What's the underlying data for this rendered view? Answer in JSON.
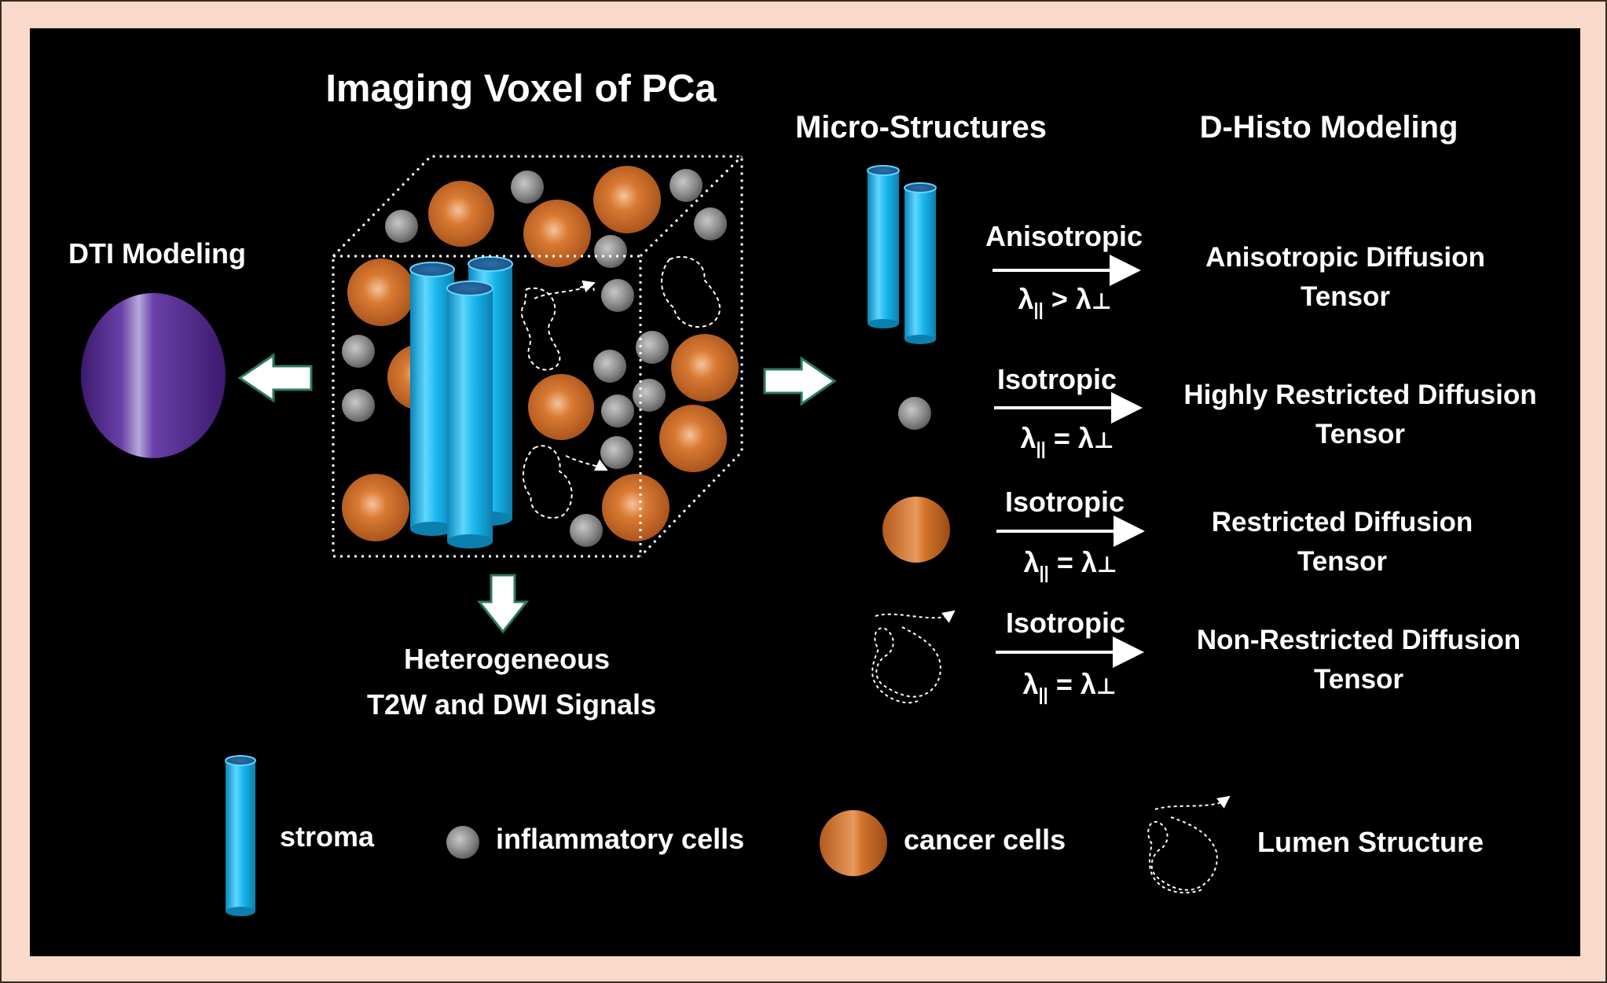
{
  "title": "Imaging Voxel of PCa",
  "headers": {
    "micro_structures": "Micro-Structures",
    "d_histo": "D-Histo Modeling",
    "dti": "DTI Modeling"
  },
  "voxel_output": {
    "line1": "Heterogeneous",
    "line2": "T2W and DWI Signals"
  },
  "rows": [
    {
      "structure": "stroma-cylinders",
      "arrow_top": "Anisotropic",
      "lam_rel": ">",
      "tensor_line1": "Anisotropic Diffusion",
      "tensor_line2": "Tensor"
    },
    {
      "structure": "gray-sphere",
      "arrow_top": "Isotropic",
      "lam_rel": "=",
      "tensor_line1": "Highly Restricted Diffusion",
      "tensor_line2": "Tensor"
    },
    {
      "structure": "orange-sphere",
      "arrow_top": "Isotropic",
      "lam_rel": "=",
      "tensor_line1": "Restricted Diffusion",
      "tensor_line2": "Tensor"
    },
    {
      "structure": "lumen-path",
      "arrow_top": "Isotropic",
      "lam_rel": "=",
      "tensor_line1": "Non-Restricted Diffusion",
      "tensor_line2": "Tensor"
    }
  ],
  "lambda": {
    "symbol": "λ",
    "parallel": "||",
    "perp": "⊥"
  },
  "legend": {
    "stroma": "stroma",
    "inflammatory": "inflammatory cells",
    "cancer": "cancer cells",
    "lumen": "Lumen Structure"
  },
  "colors": {
    "background": "#000000",
    "frame": "#f9d9c9",
    "stroma": "#19b6ee",
    "cancer": "#c8661e",
    "inflammatory": "#8c8c8c",
    "dti_ellipsoid": "#5a2d91"
  }
}
